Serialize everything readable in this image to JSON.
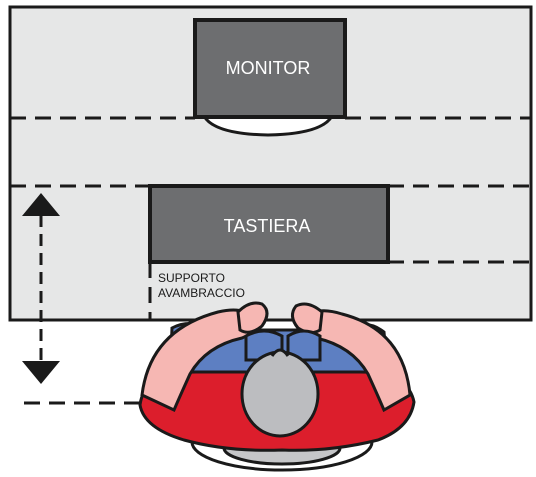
{
  "labels": {
    "monitor": "MONITOR",
    "keyboard": "TASTIERA",
    "forearm_support_line1": "SUPPORTO",
    "forearm_support_line2": "AVAMBRACCIO"
  },
  "colors": {
    "desk": "#e6e7e7",
    "outline": "#1a1a1a",
    "monitor": "#6d6e70",
    "keyboard": "#6d6e70",
    "skin": "#f6b7b3",
    "shirt": "#dc1e2c",
    "chair_blue": "#5d7fc2",
    "head": "#bcbdc0",
    "chair_base": "#c5c6c8"
  },
  "icons": {
    "vertical_arrow": "double-headed-arrow-icon"
  }
}
